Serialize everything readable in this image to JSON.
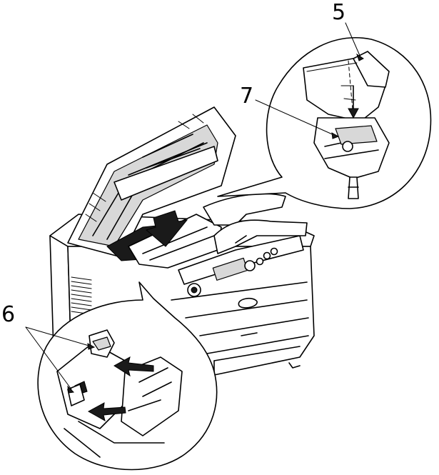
{
  "callouts": [
    {
      "id": "5",
      "label": "5"
    },
    {
      "id": "6",
      "label": "6"
    },
    {
      "id": "7",
      "label": "7"
    }
  ],
  "colors": {
    "line": "#000000",
    "shade": "#d8d8d8",
    "dark": "#1a1a1a",
    "background": "#ffffff"
  },
  "icons": [
    "arrow-down-icon",
    "arrow-left-icon"
  ]
}
